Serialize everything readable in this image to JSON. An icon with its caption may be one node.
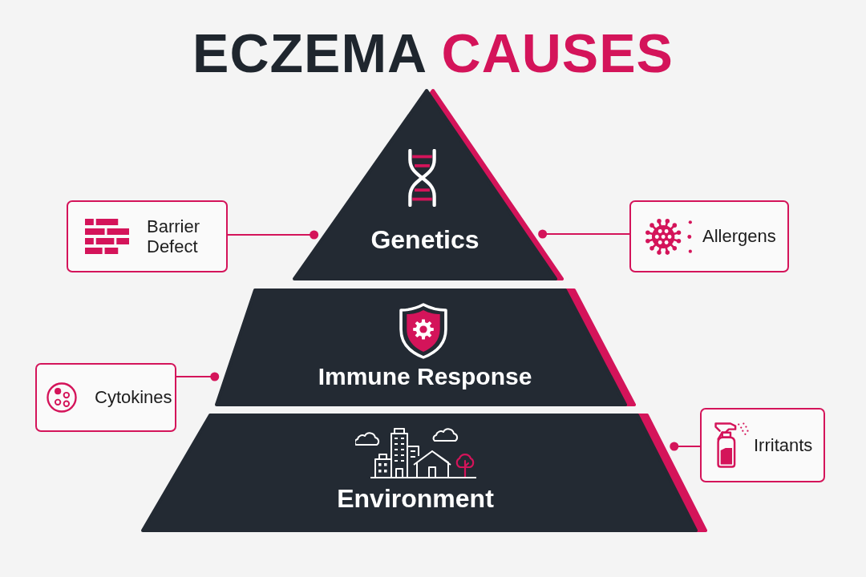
{
  "diagram": {
    "title": "ECZEMA CAUSES",
    "nodes": [
      {
        "text": [
          "Genetics"
        ]
      },
      {
        "text": [
          "Barrier Defect"
        ]
      },
      {
        "text": [
          "Allergens"
        ]
      },
      {
        "text": [
          "Immune Response"
        ]
      },
      {
        "text": [
          "Cytokines"
        ]
      },
      {
        "text": [
          "Environment"
        ]
      },
      {
        "text": [
          "Irritants"
        ]
      }
    ],
    "edges": [
      {
        "from": 1,
        "to": 0,
        "arrow": "other"
      },
      {
        "from": 2,
        "to": 0,
        "arrow": "other"
      },
      {
        "from": 4,
        "to": 3,
        "arrow": "other"
      },
      {
        "from": 6,
        "to": 5,
        "arrow": "other"
      }
    ]
  }
}
